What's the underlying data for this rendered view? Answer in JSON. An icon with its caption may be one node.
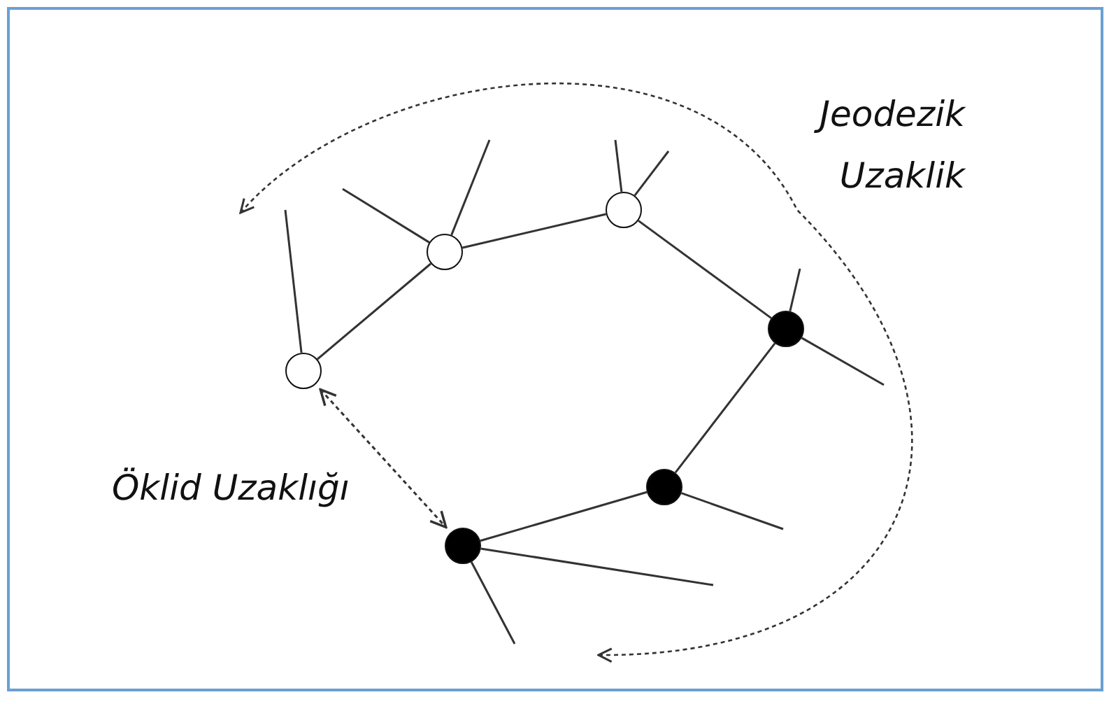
{
  "diagram": {
    "nodes": [
      {
        "text": [],
        "shape": "circle"
      },
      {
        "text": [],
        "shape": "circle"
      },
      {
        "text": [],
        "shape": "circle"
      },
      {
        "text": [],
        "shape": "dot"
      },
      {
        "text": [],
        "shape": "dot"
      },
      {
        "text": [],
        "shape": "dot"
      }
    ],
    "edges": [
      {
        "from": 0,
        "to": 1,
        "arrow": "none"
      },
      {
        "from": 1,
        "to": 2,
        "arrow": "none"
      },
      {
        "from": 2,
        "to": 3,
        "arrow": "none"
      },
      {
        "from": 3,
        "to": 4,
        "arrow": "none"
      },
      {
        "from": 4,
        "to": 5,
        "arrow": "none"
      },
      {
        "from": 0,
        "to": null,
        "arrow": "none"
      },
      {
        "from": 1,
        "to": null,
        "arrow": "none"
      },
      {
        "from": 1,
        "to": null,
        "arrow": "none"
      },
      {
        "from": 2,
        "to": null,
        "arrow": "none"
      },
      {
        "from": 2,
        "to": null,
        "arrow": "none"
      },
      {
        "from": 3,
        "to": null,
        "arrow": "none"
      },
      {
        "from": 3,
        "to": null,
        "arrow": "none"
      },
      {
        "from": 4,
        "to": null,
        "arrow": "none"
      },
      {
        "from": 5,
        "to": null,
        "arrow": "none"
      },
      {
        "from": 5,
        "to": null,
        "arrow": "none"
      },
      {
        "from": 0,
        "to": 5,
        "arrow": "both",
        "style": "dashed"
      }
    ],
    "labels": [
      "Jeodezik Uzaklik",
      "Öklid Uzaklığı"
    ]
  }
}
